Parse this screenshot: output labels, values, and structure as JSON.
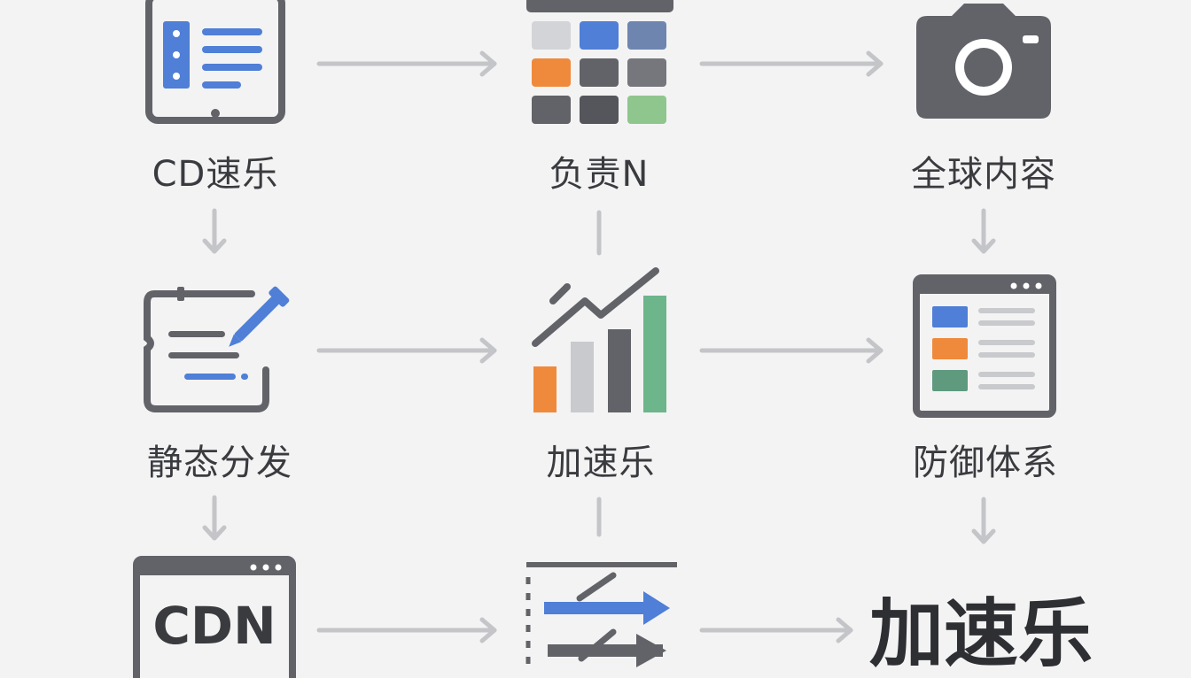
{
  "nodes": {
    "cd_speed": {
      "label": "CD速乐",
      "icon": "tablet-list-icon"
    },
    "responsible_n": {
      "label": "负责N",
      "icon": "calendar-grid-icon"
    },
    "global_content": {
      "label": "全球内容",
      "icon": "camera-icon"
    },
    "static_dist": {
      "label": "静态分发",
      "icon": "edit-document-icon"
    },
    "accelerate": {
      "label": "加速乐",
      "icon": "bar-chart-trend-icon"
    },
    "defense": {
      "label": "防御体系",
      "icon": "browser-window-list-icon"
    },
    "cdn": {
      "label": "CDN",
      "icon": "cdn-window-icon"
    },
    "transfer": {
      "icon": "transfer-arrows-icon"
    },
    "final": {
      "label": "加速乐"
    }
  },
  "colors": {
    "gray": "#626368",
    "blue": "#4f7fd6",
    "orange": "#ef8a3c",
    "green": "#6db58a",
    "teal": "#5f9a7e",
    "light_gray": "#c9cacd",
    "arrow": "#c4c5c8"
  }
}
